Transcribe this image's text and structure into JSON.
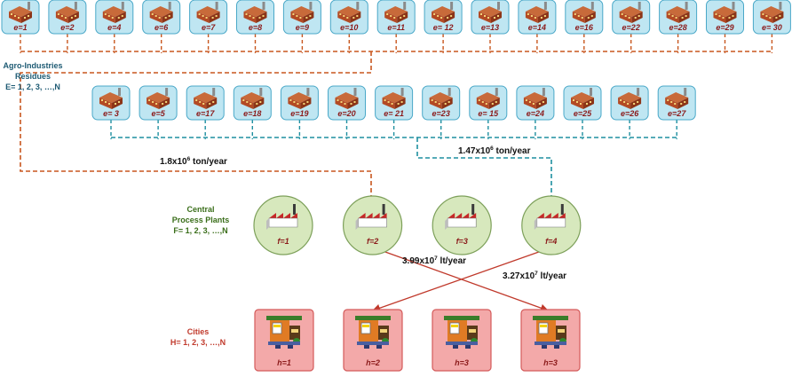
{
  "categories": {
    "residues": {
      "lines": [
        "Agro-Industries",
        "Residues",
        "E= 1, 2, 3, …,N"
      ],
      "color": "#1d5a73"
    },
    "plants": {
      "lines": [
        "Central",
        "Process Plants",
        "F= 1, 2, 3, …,N"
      ],
      "color": "#3a6e1a"
    },
    "cities": {
      "lines": [
        "Cities",
        "H= 1, 2, 3, …,N"
      ],
      "color": "#c0392b"
    }
  },
  "residues_row1": [
    "e=1",
    "e=2",
    "e=4",
    "e=6",
    "e=7",
    "e=8",
    "e=9",
    "e=10",
    "e=11",
    "e= 12",
    "e=13",
    "e=14",
    "e=16",
    "e=22",
    "e=28",
    "e=29",
    "e= 30"
  ],
  "residues_row2": [
    "e= 3",
    "e=5",
    "e=17",
    "e=18",
    "e=19",
    "e=20",
    "e= 21",
    "e=23",
    "e= 15",
    "e=24",
    "e=25",
    "e=26",
    "e=27"
  ],
  "plants": [
    "f=1",
    "f=2",
    "f=3",
    "f=4"
  ],
  "cities": [
    "h=1",
    "h=2",
    "h=3",
    "h=3"
  ],
  "flows": {
    "residue_a": {
      "base": "1.8x10",
      "exp": "6",
      "unit": " ton/year"
    },
    "residue_b": {
      "base": "1.47x10",
      "exp": "6",
      "unit": " ton/year"
    },
    "fuel_a": {
      "base": "3.99x10",
      "exp": "7",
      "unit": " lt/year"
    },
    "fuel_b": {
      "base": "3.27x10",
      "exp": "7",
      "unit": " lt/year"
    }
  },
  "colors": {
    "orange_dashed": "#c8571f",
    "teal_dashed": "#1e8fa0",
    "red_arrow": "#c0392b",
    "residue_fill": "#bfe6f2",
    "residue_stroke": "#4aa8c8",
    "plant_fill": "#d7e8bd",
    "plant_stroke": "#7da05a",
    "city_fill": "#f3a9a9",
    "city_stroke": "#d45a5a"
  },
  "icons": {
    "residue": "factory-icon",
    "plant": "process-plant-icon",
    "city": "gas-station-icon"
  }
}
